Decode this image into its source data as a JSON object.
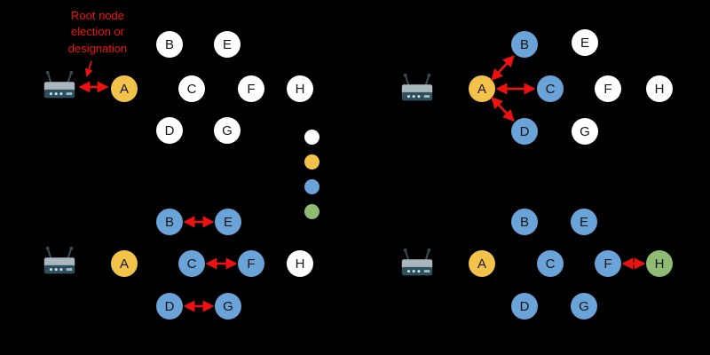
{
  "background": "#000000",
  "colors": {
    "idle_node": "#ffffff",
    "root_node": "#f3c24b",
    "intermediate_node": "#6aa3d8",
    "leaf_node": "#8fbc72",
    "arrow": "#ee1111",
    "annotation_text": "#ee1111",
    "node_label_text": "#151515"
  },
  "annotation": {
    "line1": "Root node",
    "line2": "election or",
    "line3": "designation"
  },
  "panels": [
    {
      "nodes": [
        {
          "label": "A",
          "type": "root"
        },
        {
          "label": "B",
          "type": "idle"
        },
        {
          "label": "C",
          "type": "idle"
        },
        {
          "label": "D",
          "type": "idle"
        },
        {
          "label": "E",
          "type": "idle"
        },
        {
          "label": "F",
          "type": "idle"
        },
        {
          "label": "G",
          "type": "idle"
        },
        {
          "label": "H",
          "type": "idle"
        }
      ],
      "links": [
        {
          "from": "router",
          "to": "A"
        }
      ]
    },
    {
      "nodes": [
        {
          "label": "A",
          "type": "root"
        },
        {
          "label": "B",
          "type": "intermediate"
        },
        {
          "label": "C",
          "type": "intermediate"
        },
        {
          "label": "D",
          "type": "intermediate"
        },
        {
          "label": "E",
          "type": "idle"
        },
        {
          "label": "F",
          "type": "idle"
        },
        {
          "label": "G",
          "type": "idle"
        },
        {
          "label": "H",
          "type": "idle"
        }
      ],
      "links": [
        {
          "from": "A",
          "to": "B"
        },
        {
          "from": "A",
          "to": "C"
        },
        {
          "from": "A",
          "to": "D"
        }
      ]
    },
    {
      "nodes": [
        {
          "label": "A",
          "type": "root"
        },
        {
          "label": "B",
          "type": "intermediate"
        },
        {
          "label": "C",
          "type": "intermediate"
        },
        {
          "label": "D",
          "type": "intermediate"
        },
        {
          "label": "E",
          "type": "intermediate"
        },
        {
          "label": "F",
          "type": "intermediate"
        },
        {
          "label": "G",
          "type": "intermediate"
        },
        {
          "label": "H",
          "type": "idle"
        }
      ],
      "links": [
        {
          "from": "B",
          "to": "E"
        },
        {
          "from": "C",
          "to": "F"
        },
        {
          "from": "D",
          "to": "G"
        }
      ]
    },
    {
      "nodes": [
        {
          "label": "A",
          "type": "root"
        },
        {
          "label": "B",
          "type": "intermediate"
        },
        {
          "label": "C",
          "type": "intermediate"
        },
        {
          "label": "D",
          "type": "intermediate"
        },
        {
          "label": "E",
          "type": "intermediate"
        },
        {
          "label": "F",
          "type": "intermediate"
        },
        {
          "label": "G",
          "type": "intermediate"
        },
        {
          "label": "H",
          "type": "leaf"
        }
      ],
      "links": [
        {
          "from": "F",
          "to": "H"
        }
      ]
    }
  ],
  "legend": {
    "items": [
      {
        "name": "white-dot",
        "color": "#ffffff"
      },
      {
        "name": "yellow-dot",
        "color": "#f3c24b"
      },
      {
        "name": "blue-dot",
        "color": "#6aa3d8"
      },
      {
        "name": "green-dot",
        "color": "#8fbc72"
      }
    ]
  }
}
